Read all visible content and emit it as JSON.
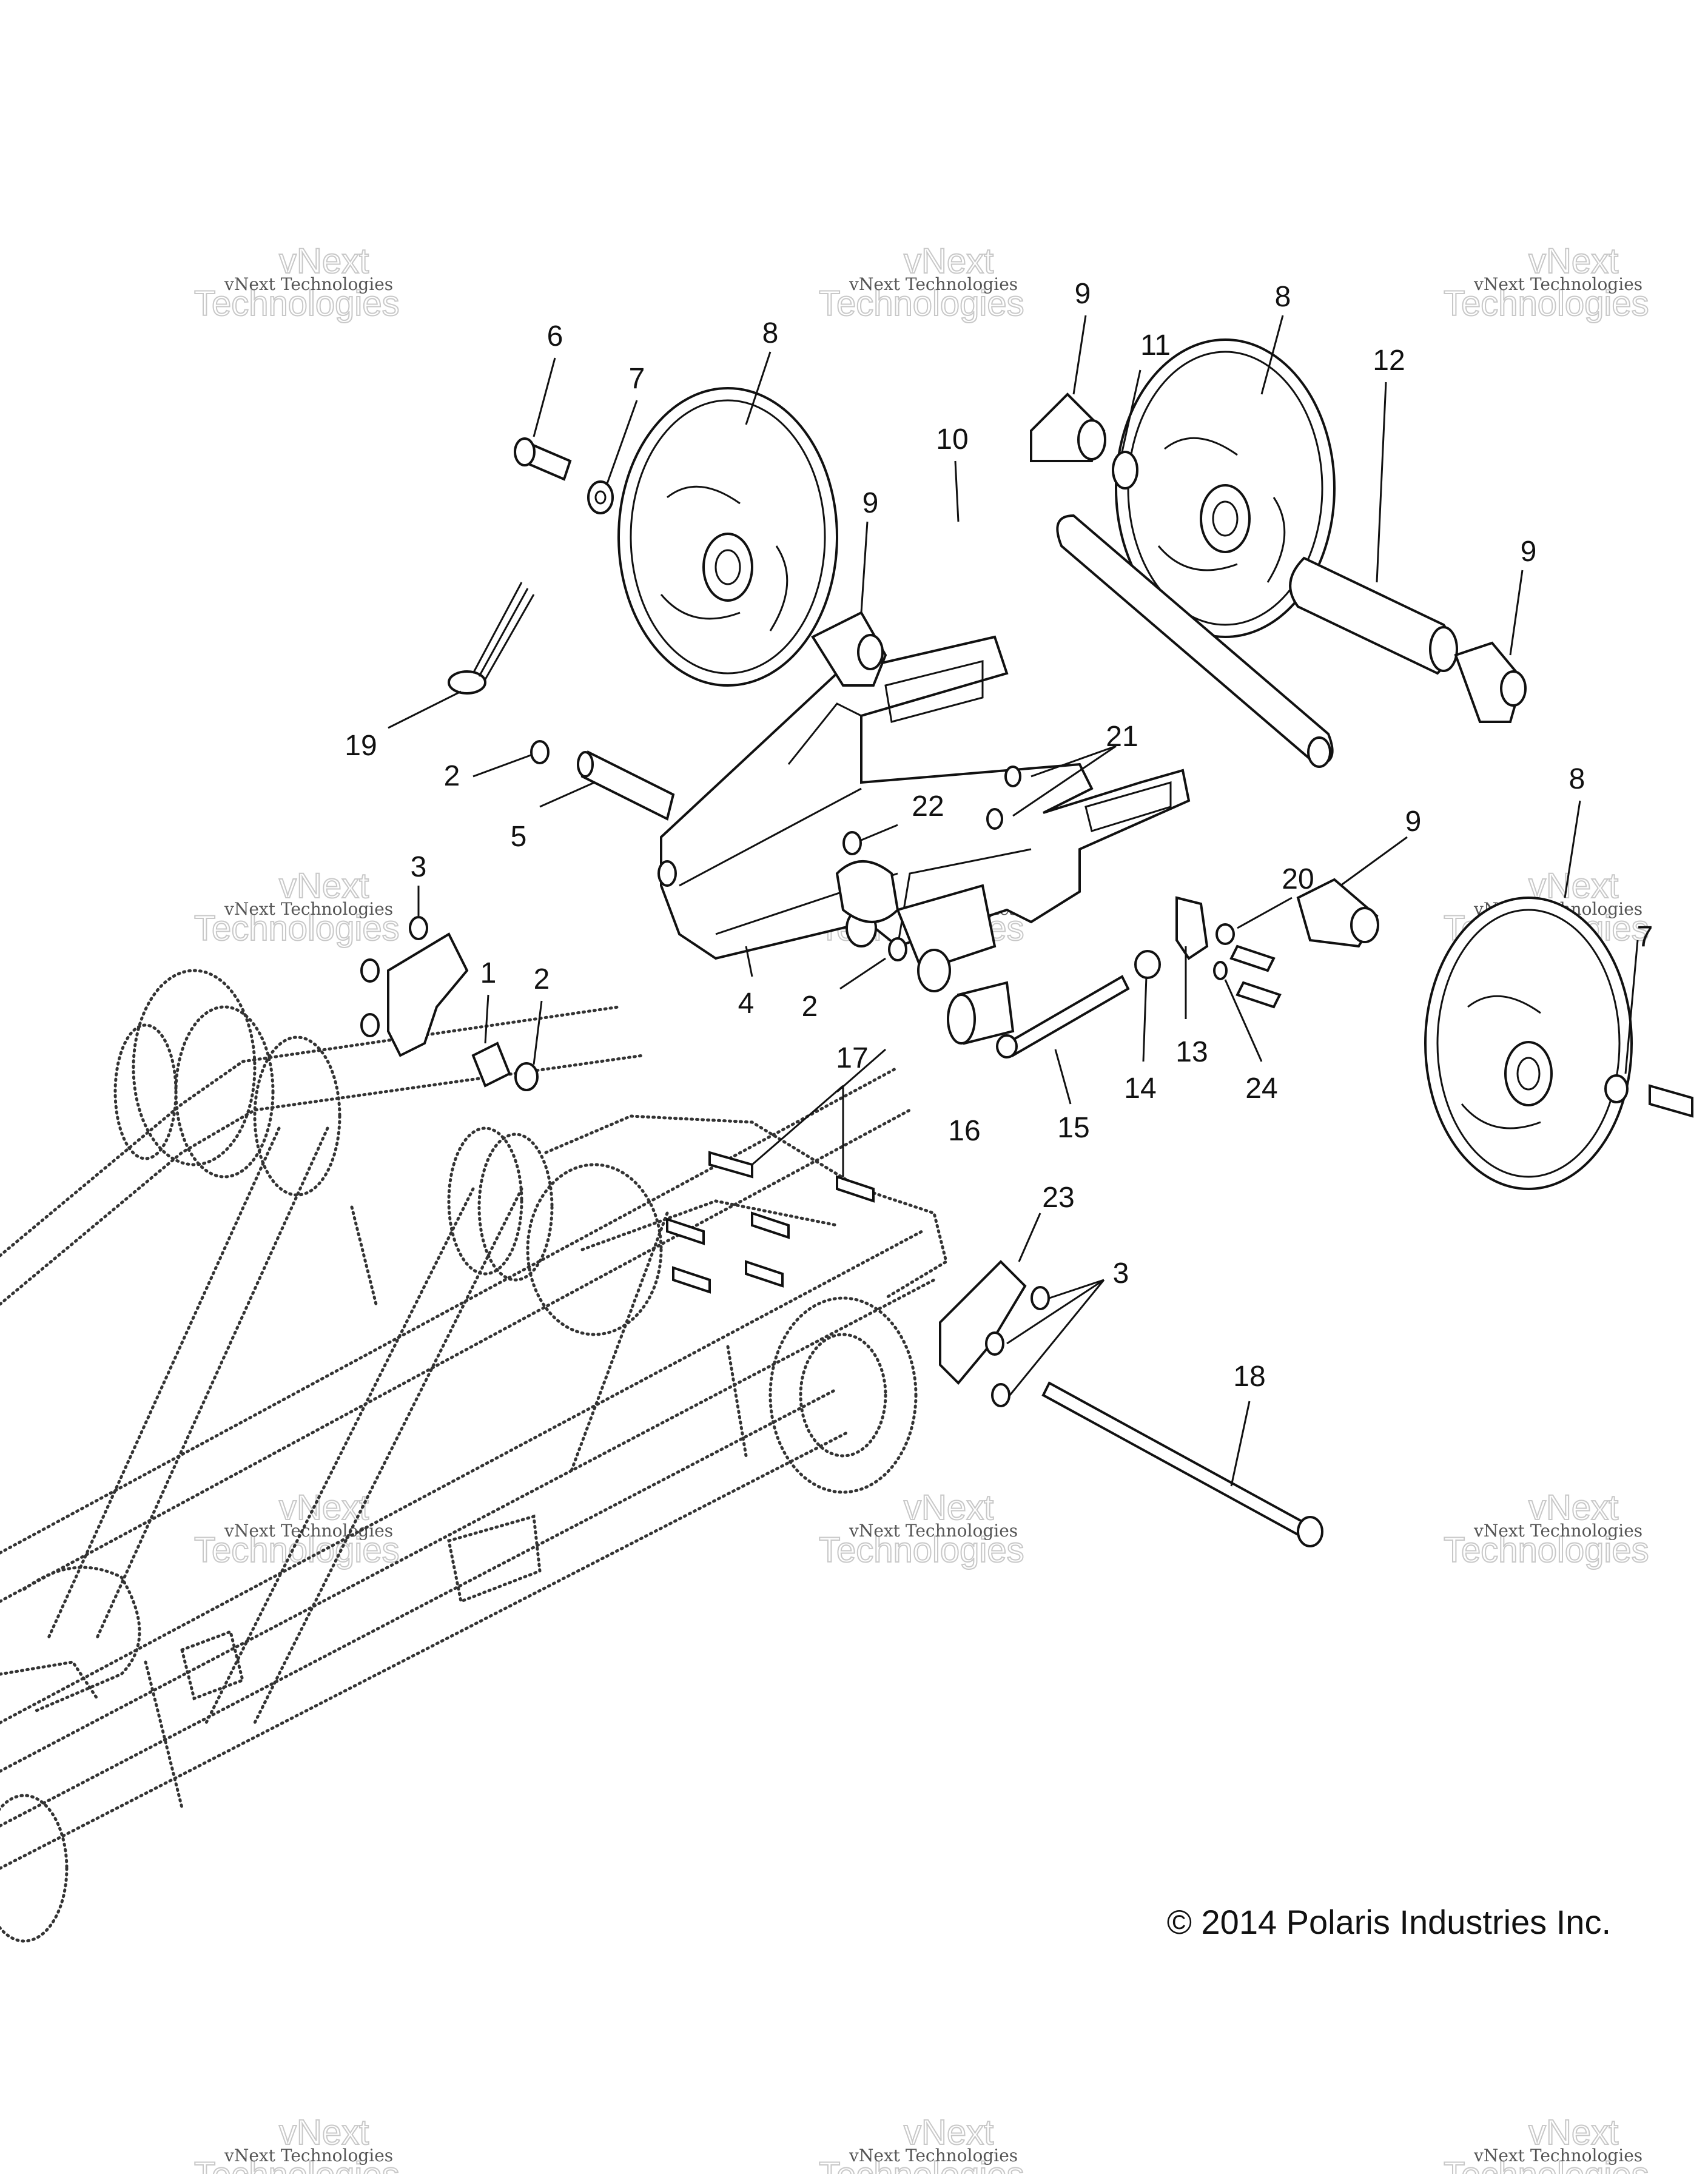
{
  "copyright": "© 2014 Polaris Industries Inc.",
  "watermark": {
    "small": "vNext Technologies",
    "big_line1": "vNext",
    "big_line2": "Technologies"
  },
  "callouts": [
    "1",
    "2",
    "2",
    "2",
    "3",
    "3",
    "4",
    "5",
    "6",
    "7",
    "7",
    "8",
    "8",
    "8",
    "9",
    "9",
    "9",
    "9",
    "10",
    "11",
    "12",
    "13",
    "14",
    "15",
    "16",
    "17",
    "18",
    "19",
    "20",
    "21",
    "22",
    "23",
    "24"
  ]
}
